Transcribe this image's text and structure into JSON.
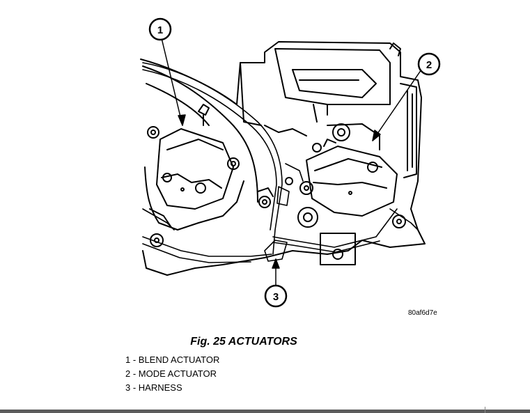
{
  "figure": {
    "title": "Fig. 25 ACTUATORS",
    "image_code": "80af6d7e",
    "callouts": [
      "1",
      "2",
      "3"
    ],
    "legend": [
      "1 - BLEND ACTUATOR",
      "2 - MODE ACTUATOR",
      "3 - HARNESS"
    ]
  }
}
